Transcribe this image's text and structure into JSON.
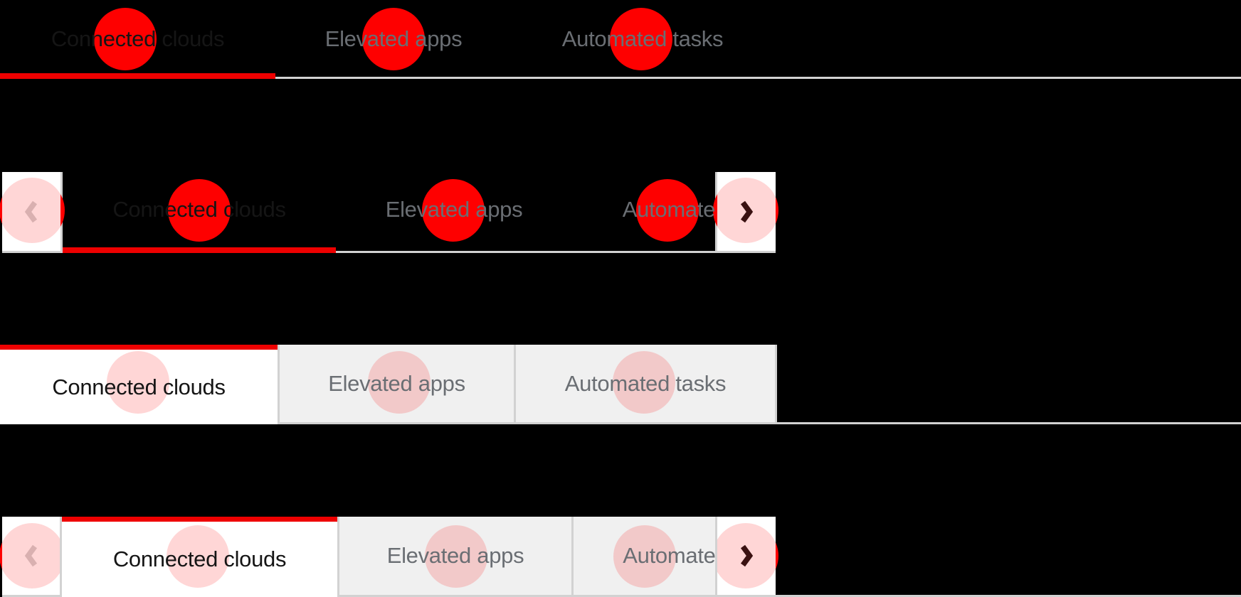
{
  "rows": [
    {
      "variant": "underline",
      "tabs": [
        {
          "label": "Connected clouds",
          "state": "active"
        },
        {
          "label": "Elevated apps",
          "state": "inactive"
        },
        {
          "label": "Automated tasks",
          "state": "inactive"
        }
      ]
    },
    {
      "variant": "underline-scrollable",
      "scroll": {
        "left_icon": "angle-left",
        "right_icon": "angle-right",
        "left_disabled": true
      },
      "tabs": [
        {
          "label": "Connected clouds",
          "state": "active"
        },
        {
          "label": "Elevated apps",
          "state": "inactive"
        },
        {
          "label": "Automated tasks",
          "state": "inactive",
          "clipped": true
        }
      ]
    },
    {
      "variant": "box",
      "tabs": [
        {
          "label": "Connected clouds",
          "state": "active"
        },
        {
          "label": "Elevated apps",
          "state": "inactive"
        },
        {
          "label": "Automated tasks",
          "state": "inactive"
        }
      ]
    },
    {
      "variant": "box-scrollable",
      "scroll": {
        "left_icon": "angle-left",
        "right_icon": "angle-right",
        "left_disabled": true
      },
      "tabs": [
        {
          "label": "Connected clouds",
          "state": "active"
        },
        {
          "label": "Elevated apps",
          "state": "inactive"
        },
        {
          "label": "Automated tasks",
          "state": "inactive",
          "clipped": true
        }
      ]
    }
  ],
  "colors": {
    "background": "#000000",
    "accent_red": "#ee0000",
    "click_indicator_red": "#fe0000",
    "click_indicator_soft": "rgba(254,0,0,0.16)",
    "active_text": "#151515",
    "inactive_text": "#6a6e73",
    "border_gray": "#d2d2d2",
    "box_tab_bg": "#f0f0f0",
    "active_tab_bg": "#ffffff"
  }
}
